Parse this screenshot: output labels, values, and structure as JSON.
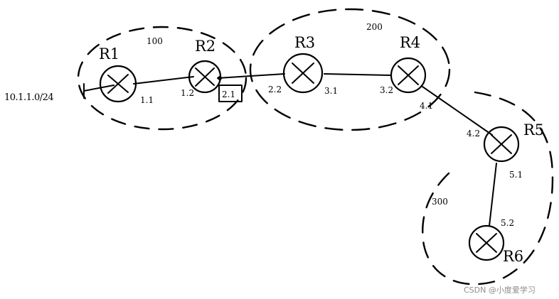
{
  "network": "10.1.1.0/24",
  "as_labels": {
    "as1": "100",
    "as2": "200",
    "as3": "300"
  },
  "routers": {
    "r1": "R1",
    "r2": "R2",
    "r3": "R3",
    "r4": "R4",
    "r5": "R5",
    "r6": "R6"
  },
  "interfaces": {
    "r1_r2_left": "1.1",
    "r1_r2_right": "1.2",
    "r2_r3_box": "2.1",
    "r2_r3_right": "2.2",
    "r3_r4_left": "3.1",
    "r3_r4_right": "3.2",
    "r4_r5_top": "4.1",
    "r4_r5_bottom": "4.2",
    "r5_r6_top": "5.1",
    "r5_r6_bottom": "5.2"
  },
  "watermark": "CSDN @小度爱学习"
}
